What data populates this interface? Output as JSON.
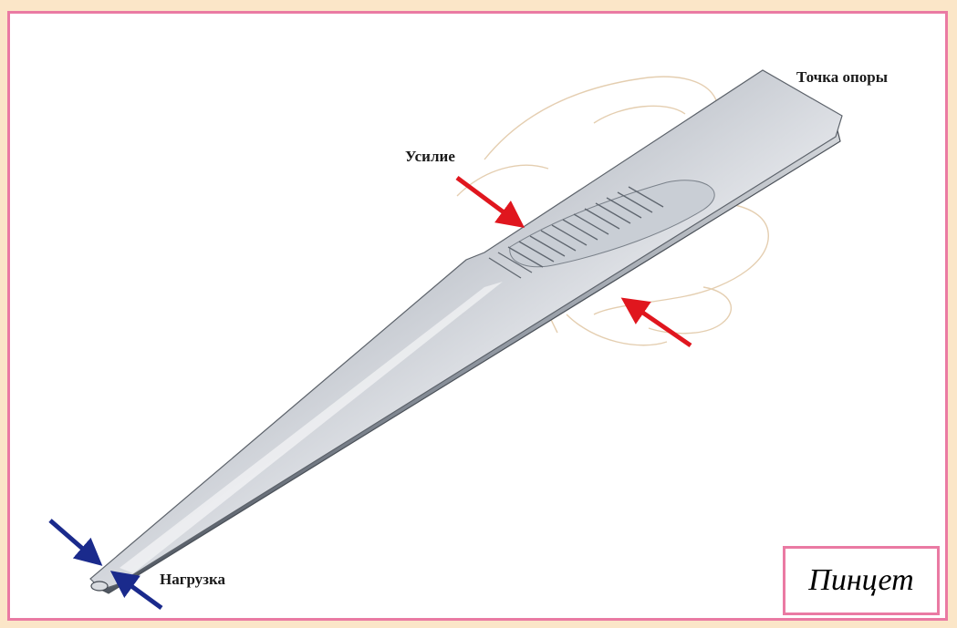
{
  "labels": {
    "fulcrum": "Точка опоры",
    "effort": "Усилие",
    "load": "Нагрузка"
  },
  "title": "Пинцет",
  "colors": {
    "frame": "#ea7aa3",
    "effort_arrow": "#e0161e",
    "load_arrow": "#1a2a8c",
    "background": "#fbe6c8"
  }
}
